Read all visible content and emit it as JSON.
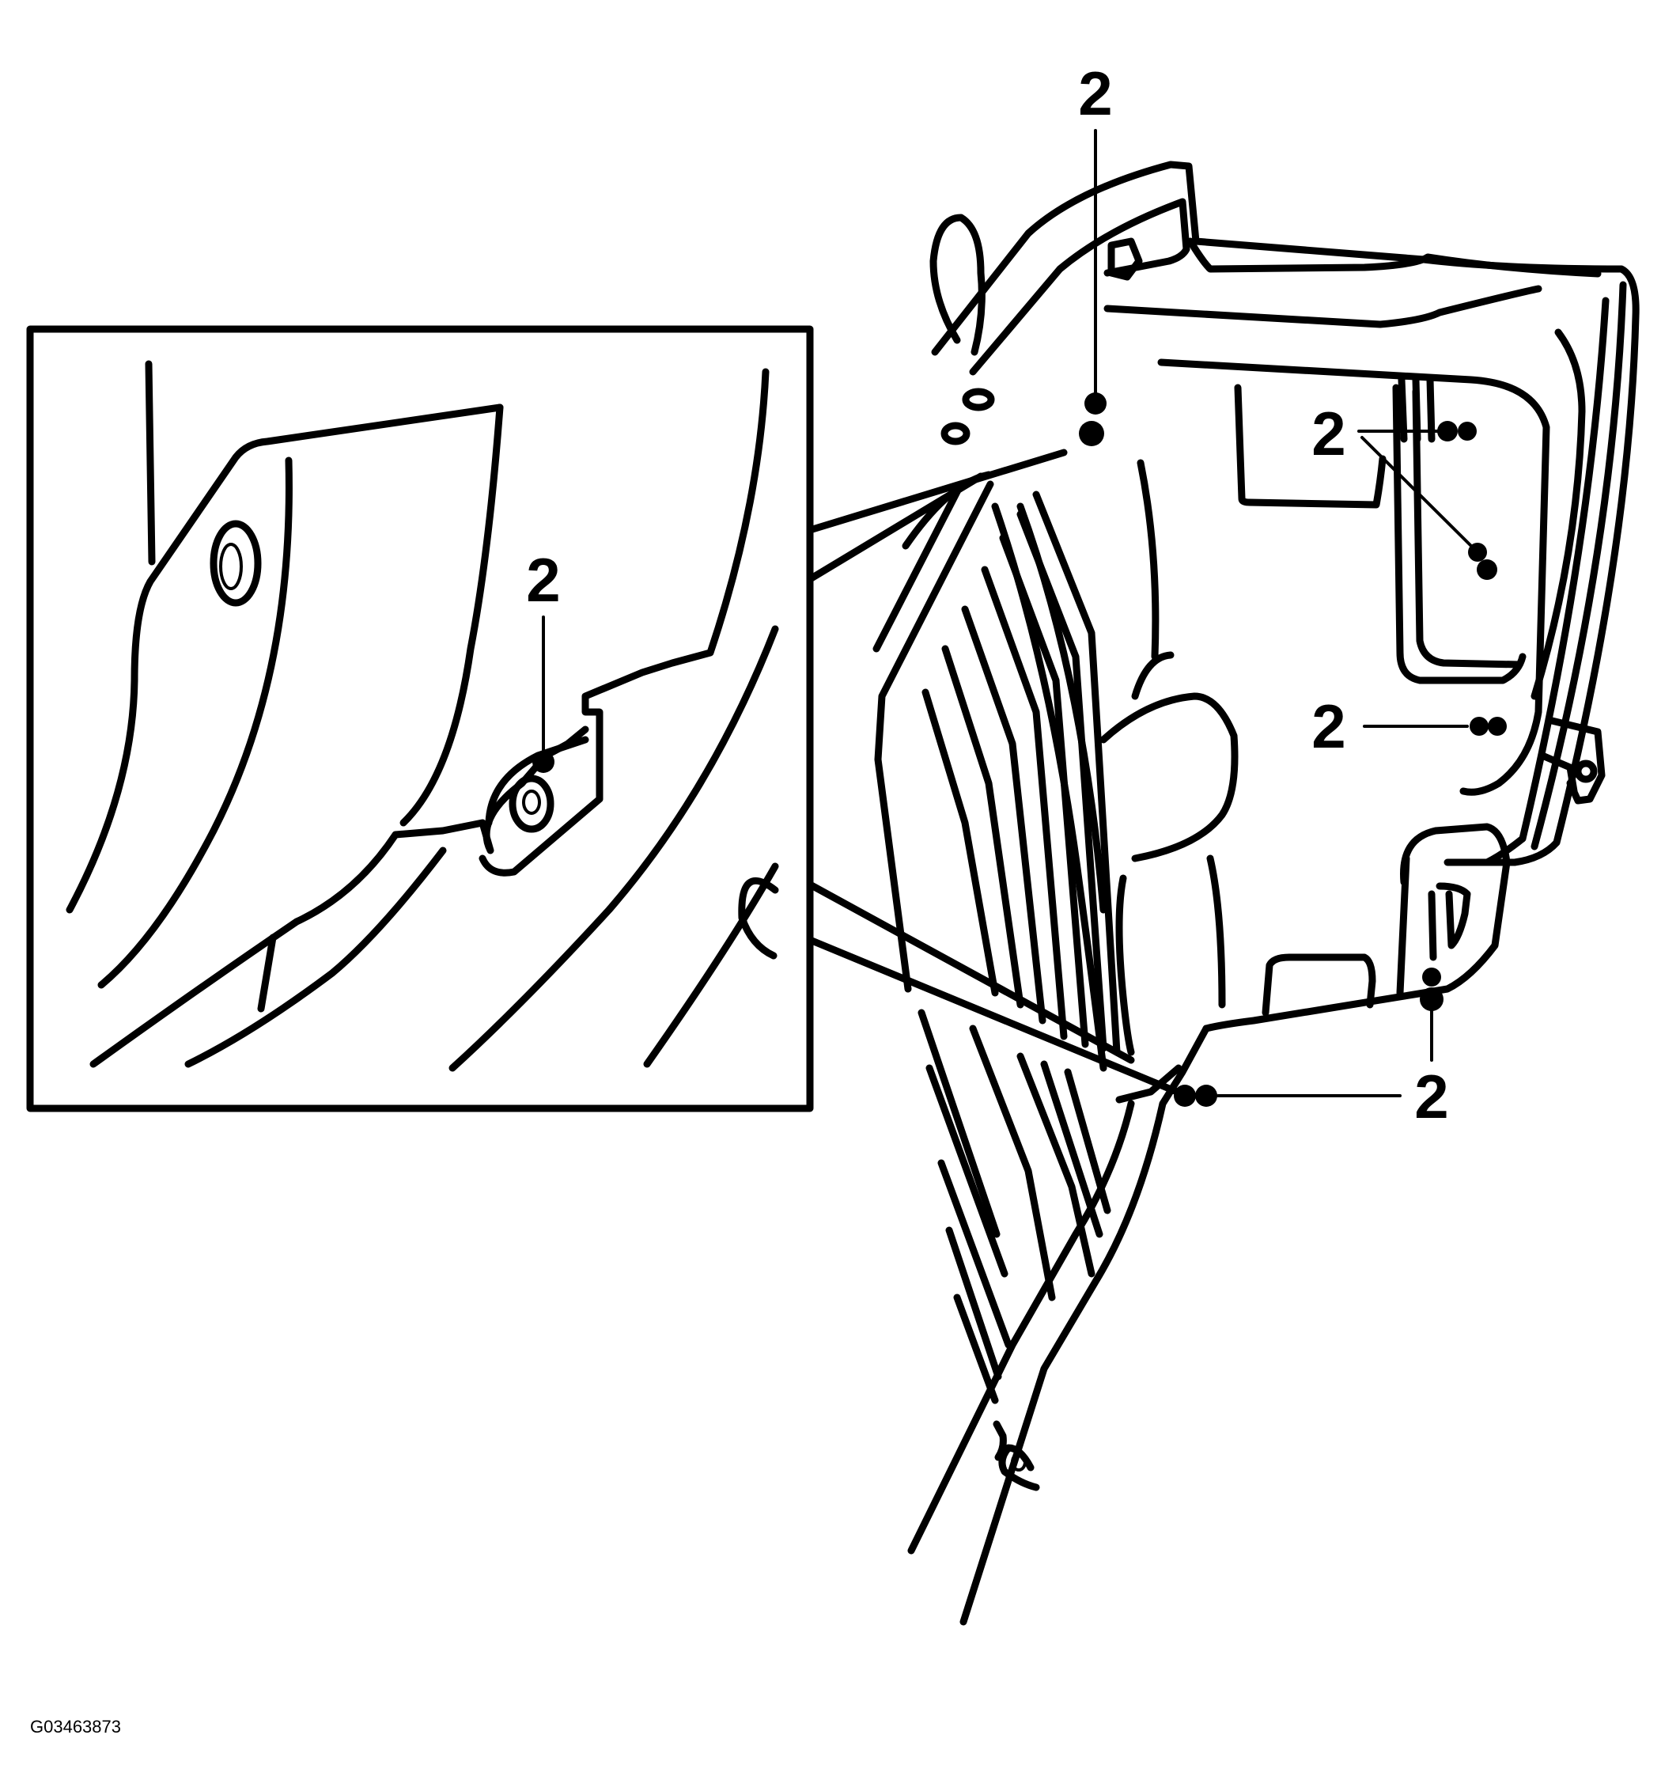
{
  "callouts": {
    "top": "2",
    "right_upper": "2",
    "right_middle": "2",
    "bottom_right": "2",
    "inset": "2"
  },
  "figure_id": "G03463873",
  "colors": {
    "ink": "#000000",
    "paper": "#ffffff"
  }
}
